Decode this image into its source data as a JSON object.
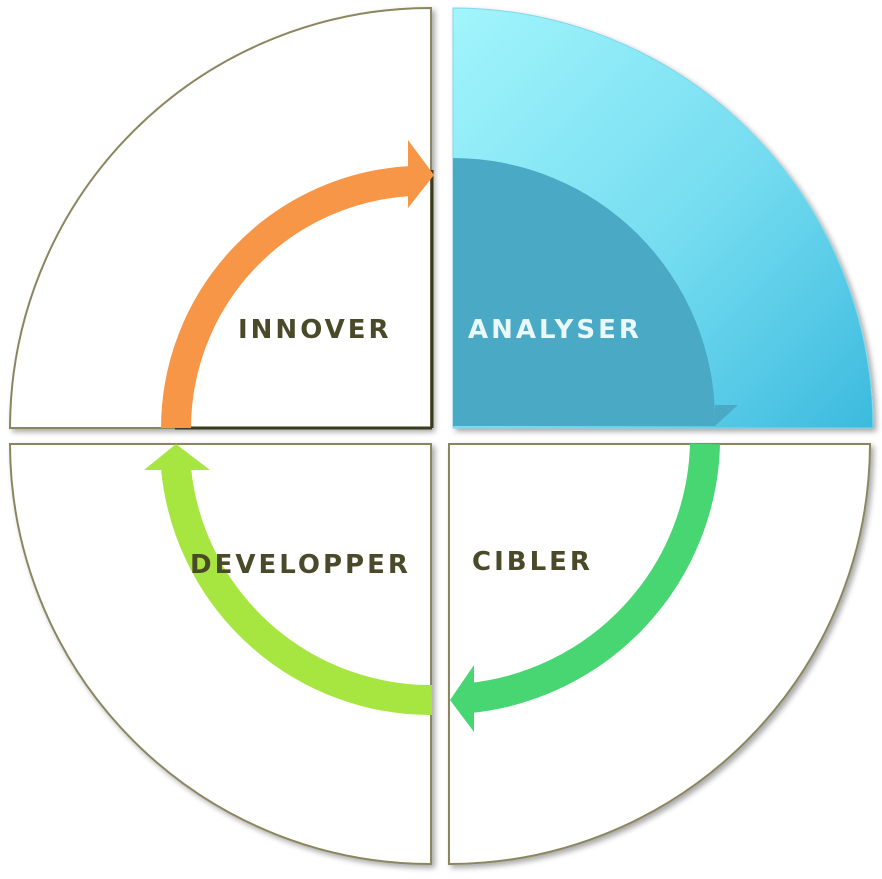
{
  "quadrants": {
    "innover": {
      "label": "INNOVER",
      "color": "#4a4a2a"
    },
    "analyser": {
      "label": "ANALYSER",
      "color": "#e8f8fb"
    },
    "developper": {
      "label": "DEVELOPPER",
      "color": "#4a4a2a"
    },
    "cibler": {
      "label": "CIBLER",
      "color": "#4a4a2a"
    }
  },
  "arrows": {
    "innover_to_analyser": {
      "color": "#f79646",
      "icon": "orange-curved-arrow-icon"
    },
    "analyser_to_cibler": {
      "color": "#4a9fb8",
      "icon": "blue-curved-arrow-icon"
    },
    "cibler_to_developper": {
      "color": "#47d672",
      "icon": "green-curved-arrow-icon"
    },
    "developper_to_innover": {
      "color": "#a7e640",
      "icon": "lime-curved-arrow-icon"
    }
  },
  "colors": {
    "outline": "#8b8660",
    "analyser_fill_top": "#9ff3fb",
    "analyser_fill_bottom": "#3fbde0",
    "analyser_inner": "#4aaac5"
  }
}
